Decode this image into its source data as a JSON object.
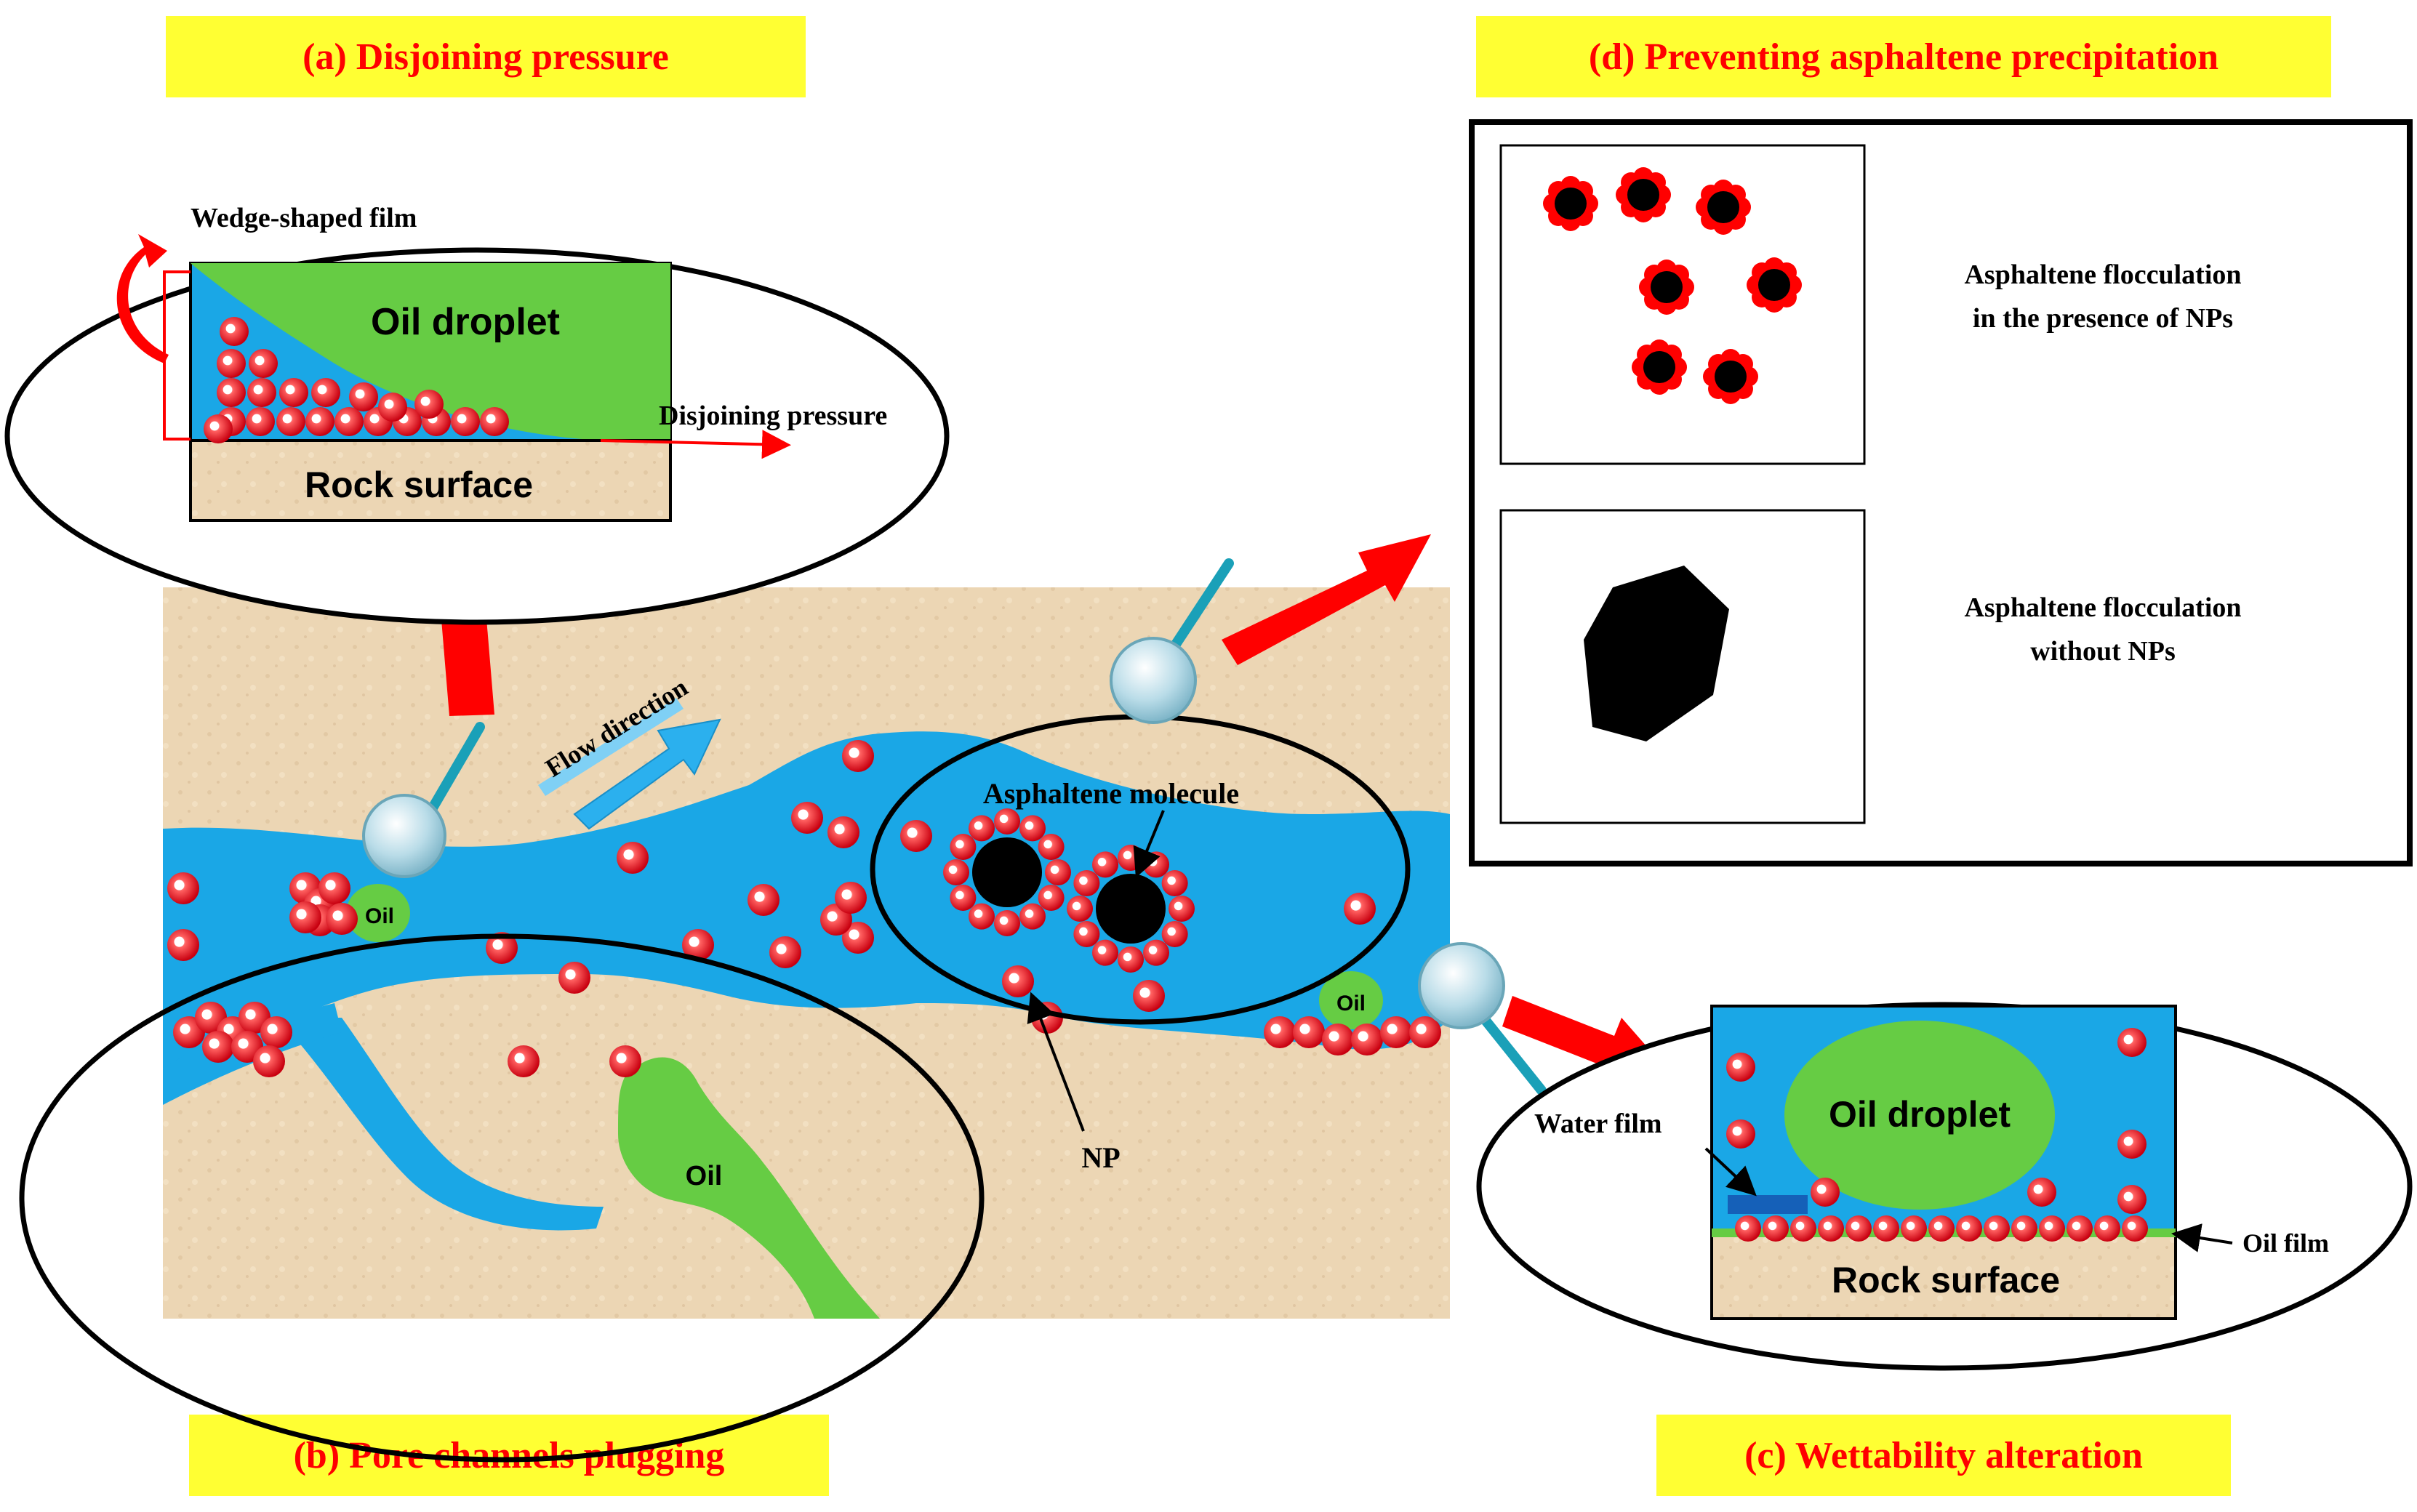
{
  "titles": {
    "a": "(a) Disjoining pressure",
    "b": "(b) Pore channels plugging",
    "c": "(c) Wettability  alteration",
    "d": "(d) Preventing asphaltene precipitation"
  },
  "panel_a": {
    "wedge": "Wedge-shaped film",
    "oil_droplet": "Oil droplet",
    "disjoining": "Disjoining  pressure",
    "rock": "Rock surface"
  },
  "main": {
    "flow": "Flow direction",
    "asphaltene": "Asphaltene molecule",
    "np": "NP",
    "oil_small": "Oil",
    "oil_right": "Oil",
    "oil_plug": "Oil"
  },
  "panel_c": {
    "water_film": "Water film",
    "oil_droplet": "Oil droplet",
    "oil_film": "Oil film",
    "rock": "Rock surface"
  },
  "panel_d": {
    "with_line1": "Asphaltene flocculation",
    "with_line2": "in the presence of NPs",
    "without_line1": "Asphaltene flocculation",
    "without_line2": "without NPs"
  },
  "colors": {
    "title_bg": "#ffff33",
    "title_text": "#ff0000",
    "water": "#1aa7e6",
    "oil": "#66cc44",
    "rock": "#ecd6b4",
    "np": "#e5001c",
    "arrow": "#ff0000",
    "asphaltene": "#000000"
  }
}
